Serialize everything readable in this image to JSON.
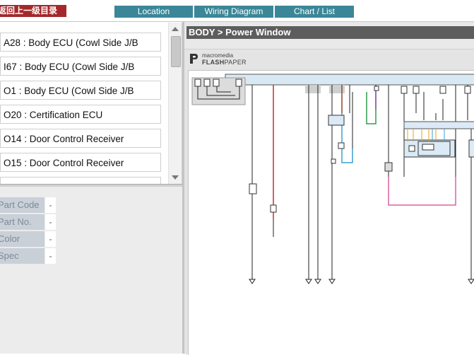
{
  "topbar": {
    "back_label": "返回上一级目录",
    "tabs": [
      {
        "label": "Location"
      },
      {
        "label": "Wiring Diagram"
      },
      {
        "label": "Chart / List"
      }
    ]
  },
  "connector_list": {
    "items": [
      {
        "label": "A28 : Body ECU (Cowl Side J/B"
      },
      {
        "label": "I67 : Body ECU (Cowl Side J/B"
      },
      {
        "label": "O1 : Body ECU (Cowl Side J/B"
      },
      {
        "label": "O20 : Certification ECU"
      },
      {
        "label": "O14 : Door Control Receiver"
      },
      {
        "label": "O15 : Door Control Receiver"
      }
    ]
  },
  "properties": [
    {
      "label": "Part Code",
      "value": "-"
    },
    {
      "label": "Part No.",
      "value": "-"
    },
    {
      "label": "Color",
      "value": "-"
    },
    {
      "label": "Spec",
      "value": "-"
    }
  ],
  "breadcrumb": "BODY > Power Window",
  "viewer": {
    "logo_top": "macromedia",
    "logo_brand_bold": "FLASH",
    "logo_brand_light": "PAPER"
  },
  "colors": {
    "back_button": "#a4282b",
    "tab": "#3b8797",
    "breadcrumb_bg": "#5d5d5d",
    "property_label_bg": "#c9d0d7"
  },
  "icons": [
    "scroll-up-arrow-icon",
    "scroll-down-arrow-icon",
    "flashpaper-logo-icon"
  ]
}
